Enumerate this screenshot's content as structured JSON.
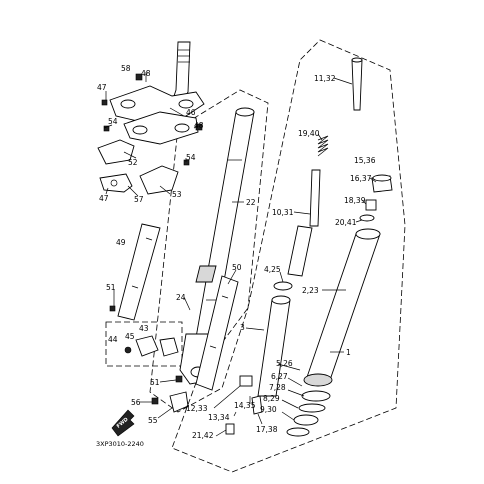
{
  "diagram": {
    "code": "3XP3010-2240",
    "direction_label": "FWD",
    "parts": {
      "p58": "58",
      "p48a": "48",
      "p47a": "47",
      "p46": "46",
      "p48b": "48",
      "p54a": "54",
      "p52": "52",
      "p54b": "54",
      "p47b": "47",
      "p57": "57",
      "p53": "53",
      "p22": "22",
      "p49": "49",
      "p50": "50",
      "p51a": "51",
      "p24": "24",
      "p43": "43",
      "p44": "44",
      "p45": "45",
      "p51b": "51",
      "p56": "56",
      "p55": "55",
      "p11_32": "11,32",
      "p19_40": "19,40",
      "p15_36": "15,36",
      "p16_37": "16,37",
      "p18_39": "18,39",
      "p20_41": "20,41",
      "p10_31": "10,31",
      "p4_25": "4,25",
      "p2_23": "2,23",
      "p3": "3",
      "p1": "1",
      "p5_26": "5,26",
      "p6_27": "6,27",
      "p7_28": "7,28",
      "p8_29": "8,29",
      "p9_30": "9,30",
      "p14_35": "14,35",
      "p12_33": "12,33",
      "p13_34": "13,34",
      "p17_38": "17,38",
      "p21_42": "21,42"
    }
  }
}
